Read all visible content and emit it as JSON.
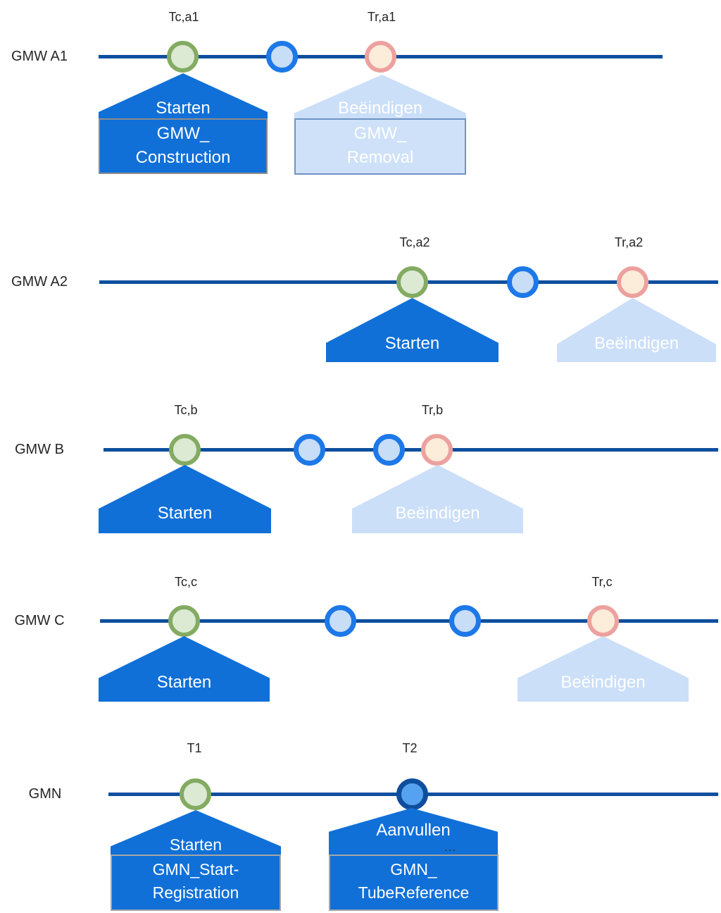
{
  "rows": [
    {
      "label": "GMW A1",
      "time_labels": [
        "Tc,a1",
        "Tr,a1"
      ],
      "markers": [
        "construction-start-circle-green",
        "intermediate-event-circle-blue",
        "removal-circle-pink"
      ],
      "callouts": [
        {
          "action": "Starten",
          "doc1": "GMW_",
          "doc2": "Construction"
        },
        {
          "action": "Beëindigen",
          "doc1": "GMW_",
          "doc2": "Removal"
        }
      ]
    },
    {
      "label": "GMW A2",
      "time_labels": [
        "Tc,a2",
        "Tr,a2"
      ],
      "markers": [
        "construction-start-circle-green",
        "intermediate-event-circle-blue",
        "removal-circle-pink"
      ],
      "callouts": [
        {
          "action": "Starten"
        },
        {
          "action": "Beëindigen"
        }
      ]
    },
    {
      "label": "GMW B",
      "time_labels": [
        "Tc,b",
        "Tr,b"
      ],
      "markers": [
        "construction-start-circle-green",
        "intermediate-event-circle-blue",
        "intermediate-event-circle-blue",
        "removal-circle-pink"
      ],
      "callouts": [
        {
          "action": "Starten"
        },
        {
          "action": "Beëindigen"
        }
      ]
    },
    {
      "label": "GMW C",
      "time_labels": [
        "Tc,c",
        "Tr,c"
      ],
      "markers": [
        "construction-start-circle-green",
        "intermediate-event-circle-blue",
        "intermediate-event-circle-blue",
        "removal-circle-pink"
      ],
      "callouts": [
        {
          "action": "Starten"
        },
        {
          "action": "Beëindigen"
        }
      ]
    },
    {
      "label": "GMN",
      "time_labels": [
        "T1",
        "T2"
      ],
      "markers": [
        "start-circle-green",
        "tube-reference-circle-darkblue"
      ],
      "callouts": [
        {
          "action": "Starten",
          "doc1": "GMN_Start-",
          "doc2": "Registration"
        },
        {
          "action": "Aanvullen",
          "ellipsis": "…",
          "doc1": "GMN_",
          "doc2": "TubeReference"
        }
      ]
    }
  ],
  "colors": {
    "timeline": "#0E4F9E",
    "callout_dark_blue": "#1070D8",
    "callout_light_blue": "#CBDFF8",
    "doc_light_fill": "#CEE1F8",
    "doc_light_border": "#6F93C4",
    "doc_gray_border": "#A6A6A6",
    "green_marker_border": "#83AB62",
    "green_marker_fill": "#DCE9D3",
    "blue_marker_border": "#1D78E8",
    "blue_marker_fill": "#C8DDF6",
    "pink_marker_border": "#ECA19E",
    "pink_marker_fill": "#FCECDA",
    "darkblue_marker_border": "#0F4E9C",
    "darkblue_marker_fill": "#55A3F0",
    "text": "#262626"
  }
}
